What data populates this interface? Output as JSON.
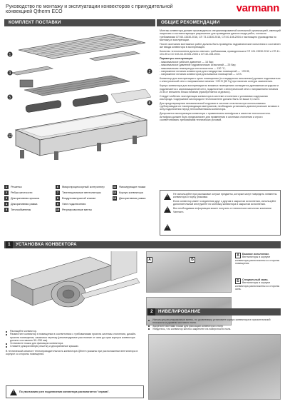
{
  "header": {
    "title": "Руководство по монтажу и эксплуатации конвекторов с принудительной конвекцией Qtherm ECO",
    "logo": "varmann"
  },
  "sections": {
    "kit": "КОМПЛЕКТ ПОСТАВКИ",
    "recommend": "ОБЩИЕ РЕКОМЕНДАЦИИ",
    "install_num": "1",
    "install": "УСТАНОВКА КОНВЕКТОРА",
    "level_num": "2",
    "level": "НИВЕЛИРОВАНИЕ"
  },
  "recommend": {
    "p1": "Монтаж конвектора должен производиться специализированной монтажной организацией, имеющей лицензию и соответствующее разрешение для проведения данного вида работ, согласно требованиям СП 60.13330.2016, СП 73.13330.2016, СП 40-108-2004 и настоящего руководства по монтажу и эксплуатации.",
    "p2": "После окончания монтажных работ должны быть проведены гидравлические испытания и составлен акт ввода конвектора в эксплуатацию.",
    "p3": "Качество теплоносителя должно отвечать требованиям, приведенным в СП 124.13330.2012 и СП 41-101-95 и СО 153-34.20.501-2003 и СП 40-108-2004.",
    "params_title": "Параметры эксплуатации:",
    "param1": "- максимальное рабочее давление — 16 бар;",
    "param2": "- максимальное давление гидравлических испытаний — 25 бар;",
    "param3": "- максимальная температура теплоносителя — 130 °С;",
    "param4": "- напряжение питания конвекторов для стандартных помещений — ~220 В;",
    "param5": "- напряжение питания конвекторов для влажных помещений — 12 В.",
    "p4": "Конвектор для эксплуатации в сухих помещениях (в стандартном исполнении) должен подключаться к электрической сети с напряжением питания ~220 В (50 Гц) при наличии контура заземления.",
    "p5": "Корпус конвектора для эксплуатации во влажных помещениях оснащается дренажным штуцером и подключается к канализационной сети, подключение к электрической сети с напряжением питания 24 В от внешнего блока питания (приобретается отдельно).",
    "p6": "Следует избегать эксплуатации конвектора в системе отопления с условиями содержания кислорода. Содержание кислорода в теплоносителе должно быть не выше 0,1 мг/л.",
    "p7": "Для предотвращения гальванической коррозии в системе отопления при использовании трубопроводов из токопроводящих материалов, необходимо установить диэлектрические вставки в зону подключения перед теплообменником конвектора.",
    "p8": "Допускается эксплуатация конвектора с применением антифриза в качестве теплоносителя. Антифриз должен быть предназначен для применения в системах отопления и строго соответствовать требованиям технических условий."
  },
  "legend": {
    "items": [
      {
        "n": "1",
        "label": "Решетка"
      },
      {
        "n": "2",
        "label": "Ребра жесткости"
      },
      {
        "n": "3",
        "label": "Декоративная крышка"
      },
      {
        "n": "4",
        "label": "Декоративная рамка"
      },
      {
        "n": "5",
        "label": "Теплообменник"
      },
      {
        "n": "6",
        "label": "Микропроцессорный контроллер"
      },
      {
        "n": "7",
        "label": "Тангенциальные вентиляторы"
      },
      {
        "n": "8",
        "label": "Воздуховыпускной клапан"
      },
      {
        "n": "9",
        "label": "Узел подключения"
      },
      {
        "n": "10",
        "label": "Регулировочные винты"
      },
      {
        "n": "11",
        "label": "Фиксирующие ножки"
      },
      {
        "n": "12",
        "label": "Корпус конвектора"
      },
      {
        "n": "13",
        "label": "Декоративная рамка"
      }
    ]
  },
  "warning1": {
    "l1": "Не используйте при распаковке острые предметы, которые могут повредить элементы конвектора и порчу упаковки.",
    "l2": "Если конвектор имеет соединения друг с другом в закрытом исполнении, используйте дополнительный инструмент по монтажу конвектора в закрытом исполнении.",
    "l3": "Вся необходимая информация может получить в технических каталогах компании Varmann."
  },
  "install": {
    "s1": "Распакуйте конвектор.",
    "s2": "Разместите конвектор в помещении в соответствии с требованиями проекта системы отопления, дизайн-проекта помещения, заказчика чертежу (рекомендуемое расстояние от окна до края корпуса конвектора должно составлять 50–250 мм).",
    "s3": "Установите ножки для фиксации конвектора.",
    "s4": "Снимите декоративную решетку и декоративные крышки.",
    "note": "В технической каталоге теплопроводительность конвектора Qtherm указаны при расположении вентилятора в корпусе со стороны помещения.",
    "warn": "По умолчанию узел подключения конвектора располагается \"справа\".",
    "label_a": "А",
    "label_b": "Б",
    "a_title": "Базовое исполнение.",
    "a_text": "Вентиляторы в корпусе конвектора расположены со стороны помещения.",
    "b_title": "Специальный заказ.",
    "b_text": "Вентиляторы в корпусе конвектора расположены со стороны окна."
  },
  "level": {
    "s1": "Используя регулировочные винты, по уровнемеру установите корпус конвектора в горизонтальной плоскости и уровень чистового пола.",
    "s2": "Закрепите винтами ножки для фиксации конвектора к полу.",
    "s3": "Убедитесь, что конвектор жестко закреплен на поверхности пола."
  }
}
